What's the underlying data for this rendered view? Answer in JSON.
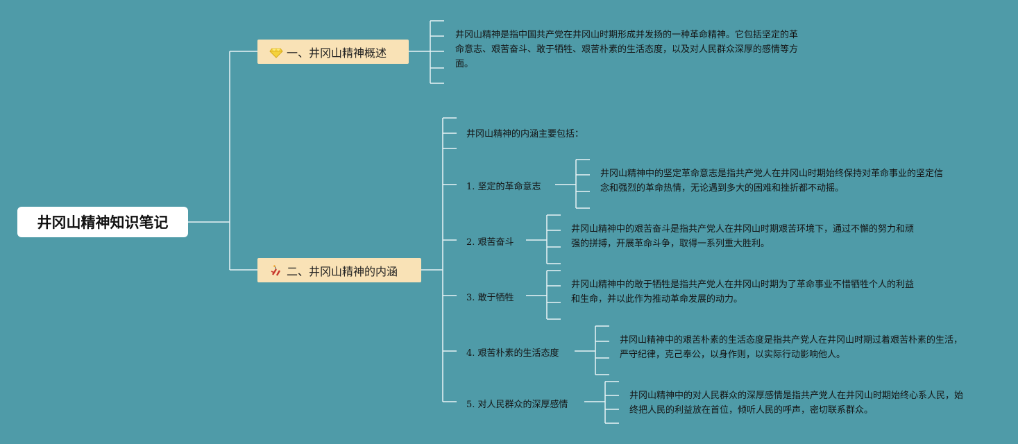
{
  "root": {
    "title": "井冈山精神知识笔记"
  },
  "topics": [
    {
      "label": "一、井冈山精神概述",
      "icon": "gem-icon",
      "text": "井冈山精神是指中国共产党在井冈山时期形成并发扬的一种革命精神。它包括坚定的革命意志、艰苦奋斗、敢于牺牲、艰苦朴素的生活态度，以及对人民群众深厚的感情等方面。"
    },
    {
      "label": "二、井冈山精神的内涵",
      "icon": "firecracker-icon",
      "intro": "井冈山精神的内涵主要包括：",
      "items": [
        {
          "label": "1. 坚定的革命意志",
          "text": "井冈山精神中的坚定革命意志是指共产党人在井冈山时期始终保持对革命事业的坚定信念和强烈的革命热情，无论遇到多大的困难和挫折都不动摇。"
        },
        {
          "label": "2. 艰苦奋斗",
          "text": "井冈山精神中的艰苦奋斗是指共产党人在井冈山时期艰苦环境下，通过不懈的努力和顽强的拼搏，开展革命斗争，取得一系列重大胜利。"
        },
        {
          "label": "3. 敢于牺牲",
          "text": "井冈山精神中的敢于牺牲是指共产党人在井冈山时期为了革命事业不惜牺牲个人的利益和生命，并以此作为推动革命发展的动力。"
        },
        {
          "label": "4. 艰苦朴素的生活态度",
          "text": "井冈山精神中的艰苦朴素的生活态度是指共产党人在井冈山时期过着艰苦朴素的生活，严守纪律，克己奉公，以身作则，以实际行动影响他人。"
        },
        {
          "label": "5. 对人民群众的深厚感情",
          "text": "井冈山精神中的对人民群众的深厚感情是指共产党人在井冈山时期始终心系人民，始终把人民的利益放在首位，倾听人民的呼声，密切联系群众。"
        }
      ]
    }
  ],
  "colors": {
    "background": "#4f9ba8",
    "line": "#e8f3f5",
    "topic_fill": "#f9e2b6",
    "root_fill": "#ffffff"
  }
}
